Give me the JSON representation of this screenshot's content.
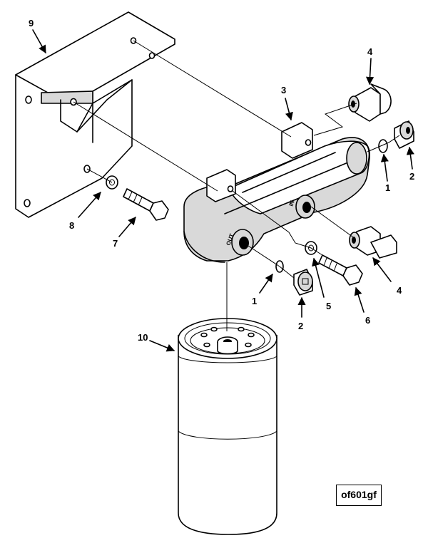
{
  "callouts": {
    "c1a": "1",
    "c1b": "1",
    "c2a": "2",
    "c2b": "2",
    "c3": "3",
    "c4a": "4",
    "c4b": "4",
    "c5": "5",
    "c6": "6",
    "c7": "7",
    "c8": "8",
    "c9": "9",
    "c10": "10"
  },
  "port_labels": {
    "out": "OUT",
    "in": "IN"
  },
  "reference_code": "of601gf"
}
